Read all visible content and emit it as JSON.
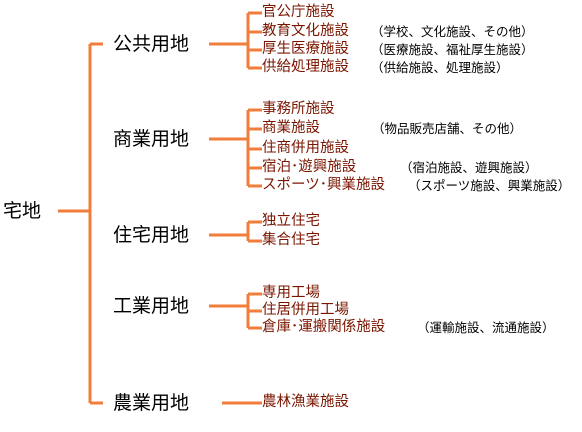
{
  "root": "宅地",
  "categories": [
    {
      "label": "公共用地",
      "items": [
        {
          "name": "官公庁施設",
          "note": ""
        },
        {
          "name": "教育文化施設",
          "note": "（学校、文化施設、その他）"
        },
        {
          "name": "厚生医療施設",
          "note": "（医療施設、福祉厚生施設）"
        },
        {
          "name": "供給処理施設",
          "note": "（供給施設、処理施設）"
        }
      ]
    },
    {
      "label": "商業用地",
      "items": [
        {
          "name": "事務所施設",
          "note": ""
        },
        {
          "name": "商業施設",
          "note": "（物品販売店舗、その他）"
        },
        {
          "name": "住商併用施設",
          "note": ""
        },
        {
          "name": "宿泊･遊興施設",
          "note": "（宿泊施設、遊興施設）"
        },
        {
          "name": "スポーツ･興業施設",
          "note": "（スポーツ施設、興業施設）"
        }
      ]
    },
    {
      "label": "住宅用地",
      "items": [
        {
          "name": "独立住宅",
          "note": ""
        },
        {
          "name": "集合住宅",
          "note": ""
        }
      ]
    },
    {
      "label": "工業用地",
      "items": [
        {
          "name": "専用工場",
          "note": ""
        },
        {
          "name": "住居併用工場",
          "note": ""
        },
        {
          "name": "倉庫･運搬関係施設",
          "note": "（運輸施設、流通施設）"
        }
      ]
    },
    {
      "label": "農業用地",
      "items": [
        {
          "name": "農林漁業施設",
          "note": ""
        }
      ]
    }
  ],
  "colors": {
    "connector": "#f07d3c",
    "item_text": "#7a1500",
    "text": "#000000"
  }
}
